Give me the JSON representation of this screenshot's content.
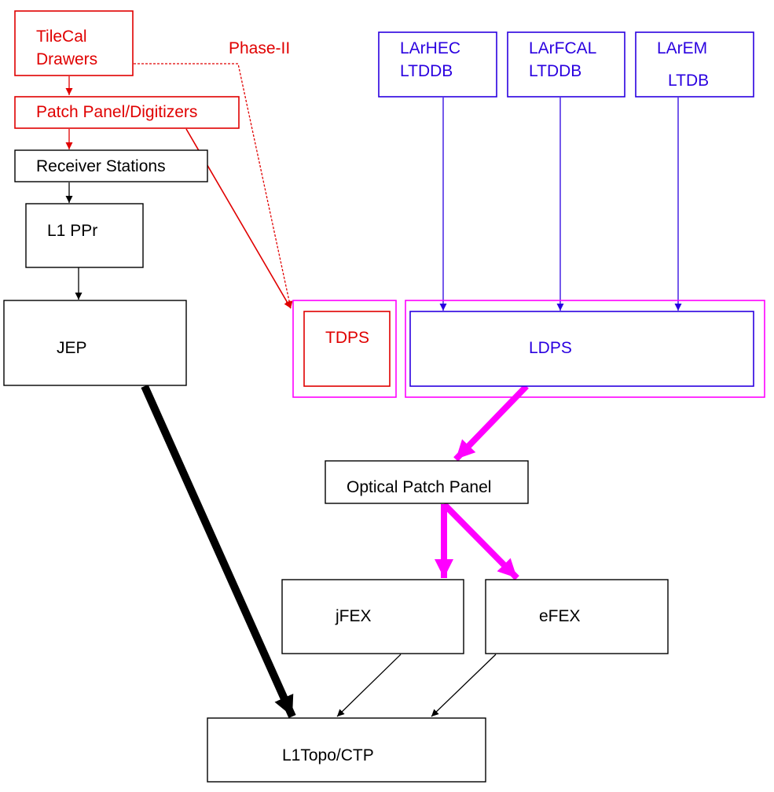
{
  "colors": {
    "tile": "#e00000",
    "lar": "#2a00e0",
    "neutral": "#000000",
    "magenta": "#ff00ff"
  },
  "annotation": {
    "phase2": "Phase-II"
  },
  "nodes": {
    "tilecal_drawers": {
      "line1": "TileCal",
      "line2": "Drawers"
    },
    "patch_panel_digitizers": {
      "label": "Patch Panel/Digitizers"
    },
    "receiver_stations": {
      "label": "Receiver Stations"
    },
    "l1_ppr": {
      "label": "L1 PPr"
    },
    "jep": {
      "label": "JEP"
    },
    "tdps": {
      "label": "TDPS"
    },
    "ldps": {
      "label": "LDPS"
    },
    "larhec_ltddb": {
      "line1": "LArHEC",
      "line2": "LTDDB"
    },
    "larfcal_ltddb": {
      "line1": "LArFCAL",
      "line2": "LTDDB"
    },
    "larem_ltdb": {
      "line1": "LArEM",
      "line2": "LTDB"
    },
    "optical_patch_panel": {
      "label": "Optical Patch Panel"
    },
    "jfex": {
      "label": "jFEX"
    },
    "efex": {
      "label": "eFEX"
    },
    "l1topo_ctp": {
      "label": "L1Topo/CTP"
    }
  },
  "edges": [
    {
      "from": "tilecal_drawers",
      "to": "patch_panel_digitizers",
      "style": "tile-thin"
    },
    {
      "from": "patch_panel_digitizers",
      "to": "receiver_stations",
      "style": "tile-thin"
    },
    {
      "from": "receiver_stations",
      "to": "l1_ppr",
      "style": "thin"
    },
    {
      "from": "l1_ppr",
      "to": "jep",
      "style": "thin"
    },
    {
      "from": "patch_panel_digitizers",
      "to": "tdps",
      "style": "tile-thin"
    },
    {
      "from": "tilecal_drawers",
      "to": "tdps",
      "style": "tile-dashed"
    },
    {
      "from": "larhec_ltddb",
      "to": "ldps",
      "style": "lar-thin"
    },
    {
      "from": "larfcal_ltddb",
      "to": "ldps",
      "style": "lar-thin"
    },
    {
      "from": "larem_ltdb",
      "to": "ldps",
      "style": "lar-thin"
    },
    {
      "from": "ldps",
      "to": "optical_patch_panel",
      "style": "magenta-thick"
    },
    {
      "from": "optical_patch_panel",
      "to": "jfex",
      "style": "magenta-thick"
    },
    {
      "from": "optical_patch_panel",
      "to": "efex",
      "style": "magenta-thick"
    },
    {
      "from": "jep",
      "to": "l1topo_ctp",
      "style": "very-thick"
    },
    {
      "from": "jfex",
      "to": "l1topo_ctp",
      "style": "thin"
    },
    {
      "from": "efex",
      "to": "l1topo_ctp",
      "style": "thin"
    }
  ]
}
